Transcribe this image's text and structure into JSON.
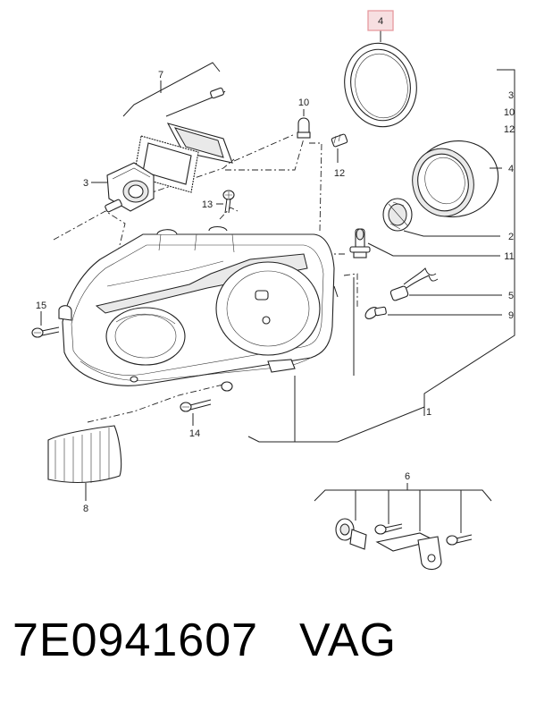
{
  "callouts": {
    "c1": "1",
    "c2": "2",
    "c3_left": "3",
    "c3_right": "3",
    "c4_top": "4",
    "c4_right": "4",
    "c5": "5",
    "c6": "6",
    "c7": "7",
    "c8": "8",
    "c9": "9",
    "c10_top": "10",
    "c10_right": "10",
    "c11": "11",
    "c12_top": "12",
    "c12_right": "12",
    "c13": "13",
    "c14": "14",
    "c15": "15"
  },
  "highlight": {
    "color": "#e6999f",
    "fill": "#f7dfe1"
  },
  "footer": {
    "part_number": "7E0941607",
    "brand": "VAG"
  }
}
